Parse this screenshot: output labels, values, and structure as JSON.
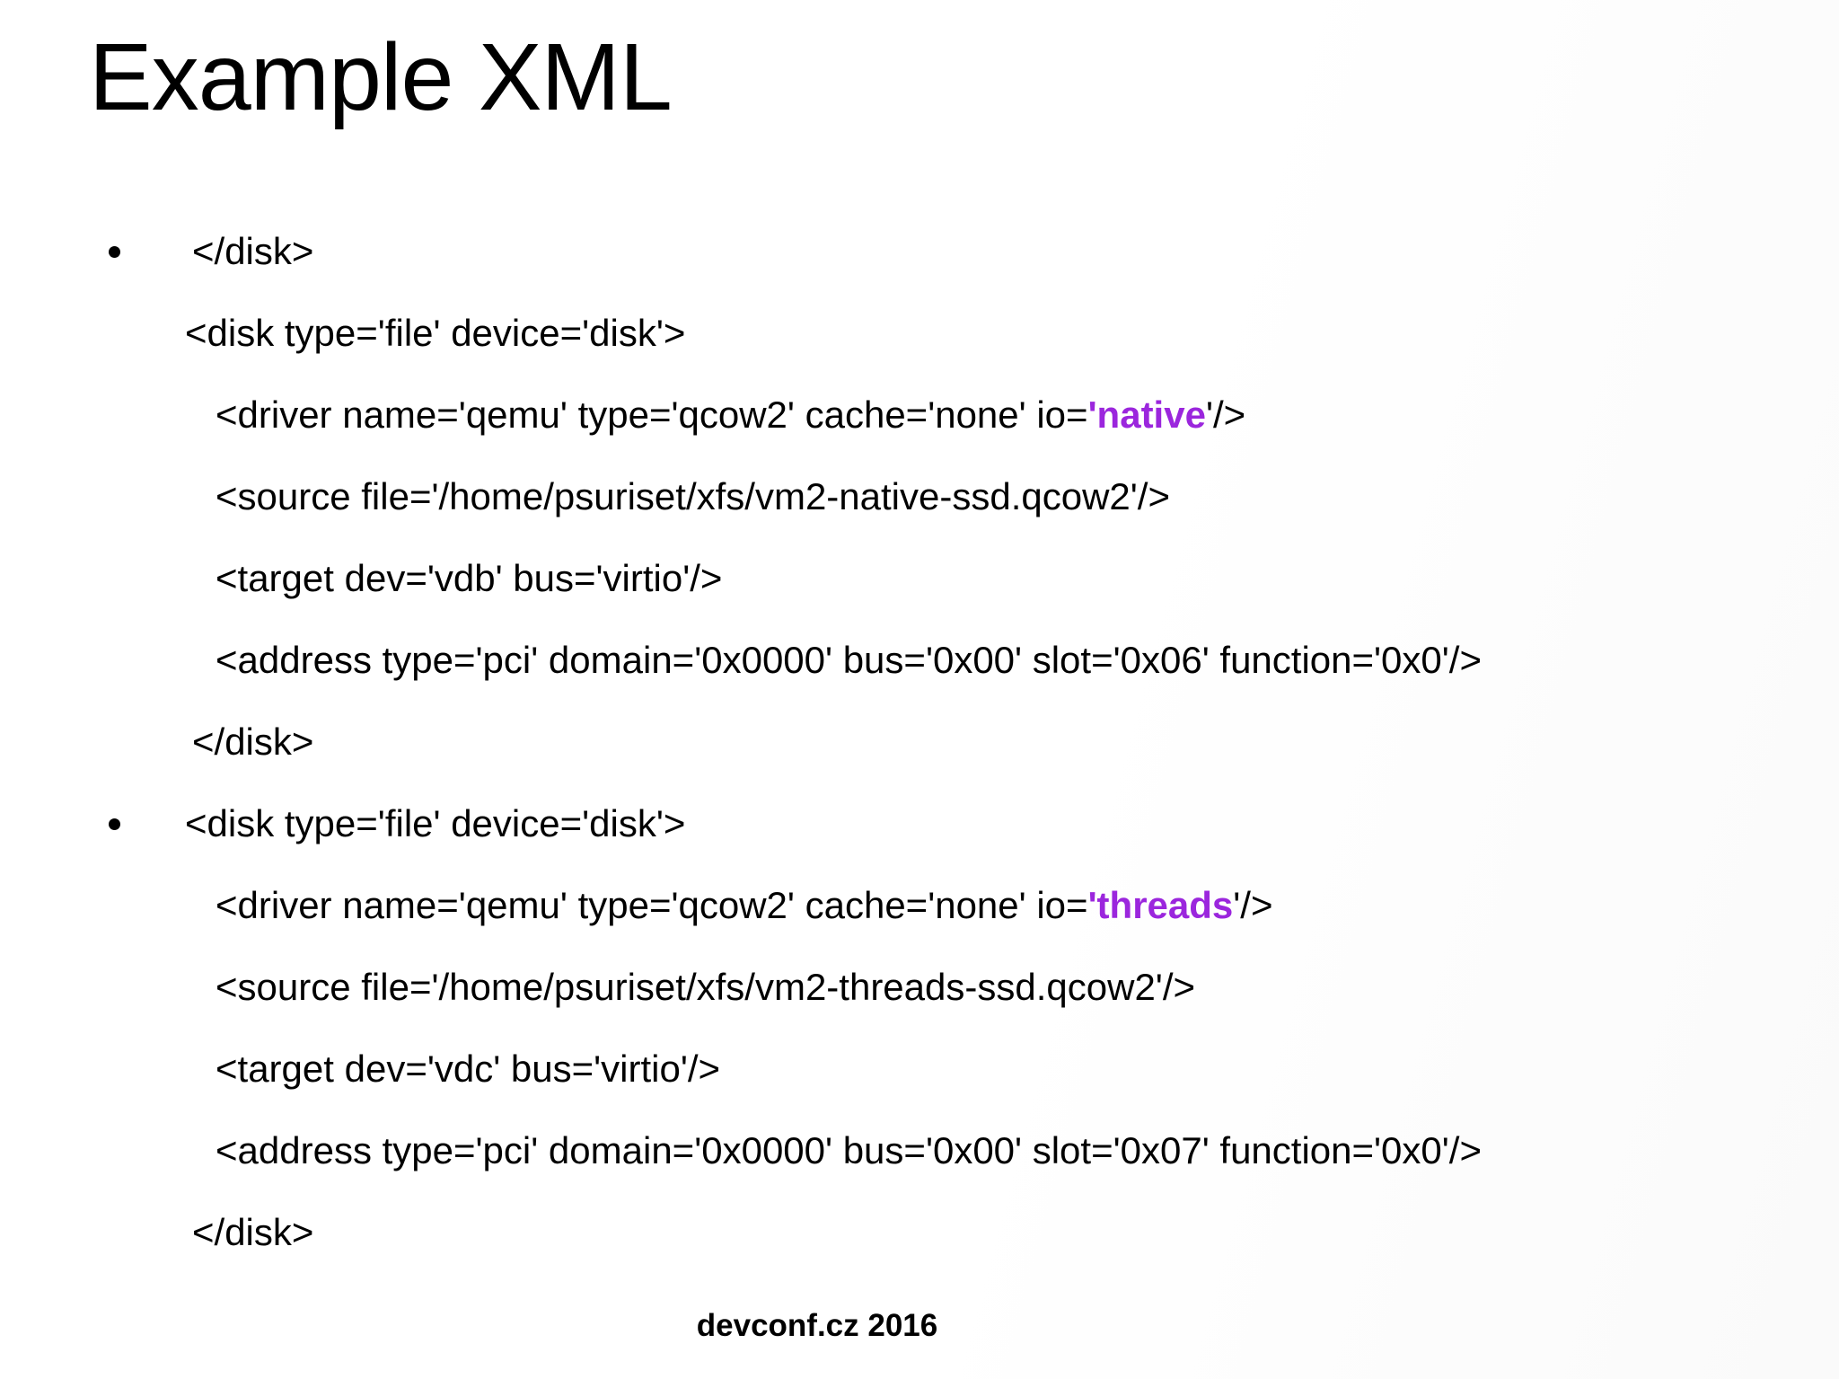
{
  "title": "Example XML",
  "footer": "devconf.cz 2016",
  "colors": {
    "background": "#FFFFFF",
    "text": "#000000",
    "io_highlight": "#9B26DD"
  },
  "code_lines": [
    {
      "indent": "closing-tag",
      "bullet": true,
      "segments": [
        {
          "text": "</disk>"
        }
      ]
    },
    {
      "indent": "element",
      "bullet": false,
      "segments": [
        {
          "text": "<disk type='file' device='disk'>"
        }
      ]
    },
    {
      "indent": "child",
      "bullet": false,
      "segments": [
        {
          "text": "<driver name='qemu' type='qcow2' cache='none' io="
        },
        {
          "text": "'native",
          "highlight": true
        },
        {
          "text": "'/>"
        }
      ]
    },
    {
      "indent": "child",
      "bullet": false,
      "segments": [
        {
          "text": "<source file='/home/psuriset/xfs/vm2-native-ssd.qcow2'/>"
        }
      ]
    },
    {
      "indent": "child",
      "bullet": false,
      "segments": [
        {
          "text": "<target dev='vdb' bus='virtio'/>"
        }
      ]
    },
    {
      "indent": "child",
      "bullet": false,
      "segments": [
        {
          "text": "<address type='pci' domain='0x0000' bus='0x00' slot='0x06' function='0x0'/>"
        }
      ]
    },
    {
      "indent": "closing-tag",
      "bullet": false,
      "segments": [
        {
          "text": "</disk>"
        }
      ]
    },
    {
      "indent": "element",
      "bullet": true,
      "segments": [
        {
          "text": "<disk type='file' device='disk'>"
        }
      ]
    },
    {
      "indent": "child",
      "bullet": false,
      "segments": [
        {
          "text": "<driver name='qemu' type='qcow2' cache='none' io="
        },
        {
          "text": "'threads",
          "highlight": true
        },
        {
          "text": "'/>"
        }
      ]
    },
    {
      "indent": "child",
      "bullet": false,
      "segments": [
        {
          "text": "<source file='/home/psuriset/xfs/vm2-threads-ssd.qcow2'/>"
        }
      ]
    },
    {
      "indent": "child",
      "bullet": false,
      "segments": [
        {
          "text": "<target dev='vdc' bus='virtio'/>"
        }
      ]
    },
    {
      "indent": "child",
      "bullet": false,
      "segments": [
        {
          "text": "<address type='pci' domain='0x0000' bus='0x00' slot='0x07' function='0x0'/>"
        }
      ]
    },
    {
      "indent": "closing-tag",
      "bullet": false,
      "segments": [
        {
          "text": "</disk>"
        }
      ]
    }
  ]
}
